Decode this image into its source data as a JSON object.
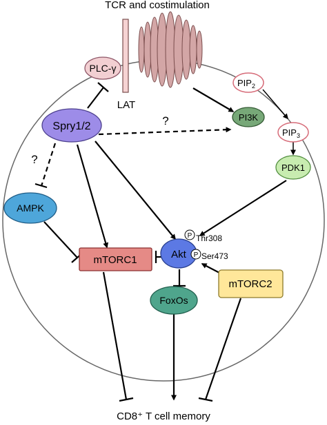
{
  "title": "TCR and costimulation",
  "output_label": "CD8⁺ T cell memory",
  "nodes": {
    "plcg": {
      "label": "PLC-γ",
      "fill": "#f2cfd2",
      "stroke": "#8d5566"
    },
    "lat": {
      "label": "LAT"
    },
    "spry": {
      "label": "Spry1/2",
      "fill": "#9d8ce8",
      "stroke": "#4b3f8c"
    },
    "pip2": {
      "label": "PIP",
      "sub": "2",
      "fill": "#ffffff",
      "stroke": "#d66b78"
    },
    "pi3k": {
      "label": "PI3K",
      "fill": "#77a878",
      "stroke": "#345a34"
    },
    "pip3": {
      "label": "PIP",
      "sub": "3",
      "fill": "#ffffff",
      "stroke": "#d66b78"
    },
    "pdk1": {
      "label": "PDK1",
      "fill": "#c8ecb0",
      "stroke": "#4f8c3c"
    },
    "ampk": {
      "label": "AMPK",
      "fill": "#4ea6da",
      "stroke": "#1f5c86"
    },
    "akt": {
      "label": "Akt",
      "fill": "#5c79e4",
      "stroke": "#283e8c"
    },
    "mtorc1": {
      "label": "mTORC1",
      "fill": "#e58a86",
      "stroke": "#8a2f2f"
    },
    "foxos": {
      "label": "FoxOs",
      "fill": "#4fa58c",
      "stroke": "#23604f"
    },
    "mtorc2": {
      "label": "mTORC2",
      "fill": "#ffe79a",
      "stroke": "#8d7a2a"
    }
  },
  "phospho_sites": [
    {
      "symbol": "P",
      "label": "Thr308"
    },
    {
      "symbol": "P",
      "label": "Ser473"
    }
  ],
  "question_marks": [
    "?",
    "?"
  ],
  "colors": {
    "membrane": "#666666",
    "receptor_fill": "#d3a6a6",
    "receptor_stroke": "#7a4d4d",
    "lat_fill": "#f6d3d3",
    "arrow": "#000000"
  }
}
